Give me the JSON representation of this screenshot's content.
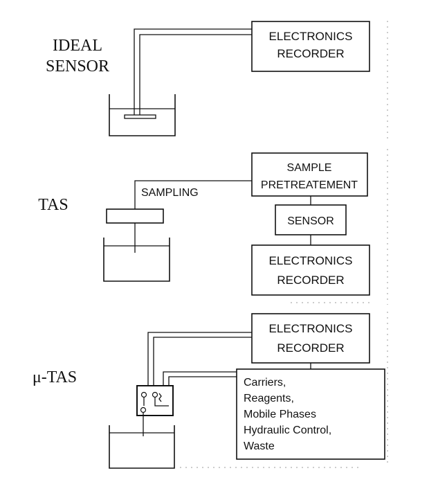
{
  "panels": {
    "ideal": {
      "label_line1": "IDEAL",
      "label_line2": "SENSOR",
      "box_line1": "ELECTRONICS",
      "box_line2": "RECORDER"
    },
    "tas": {
      "label": "TAS",
      "sampling": "SAMPLING",
      "pretreat_line1": "SAMPLE",
      "pretreat_line2": "PRETREATEMENT",
      "sensor": "SENSOR",
      "box_line1": "ELECTRONICS",
      "box_line2": "RECORDER"
    },
    "mtas": {
      "label": "μ-TAS",
      "box_line1": "ELECTRONICS",
      "box_line2": "RECORDER",
      "carriers_lines": [
        "Carriers,",
        "Reagents,",
        "Mobile Phases",
        "Hydraulic Control,",
        "Waste"
      ]
    }
  }
}
